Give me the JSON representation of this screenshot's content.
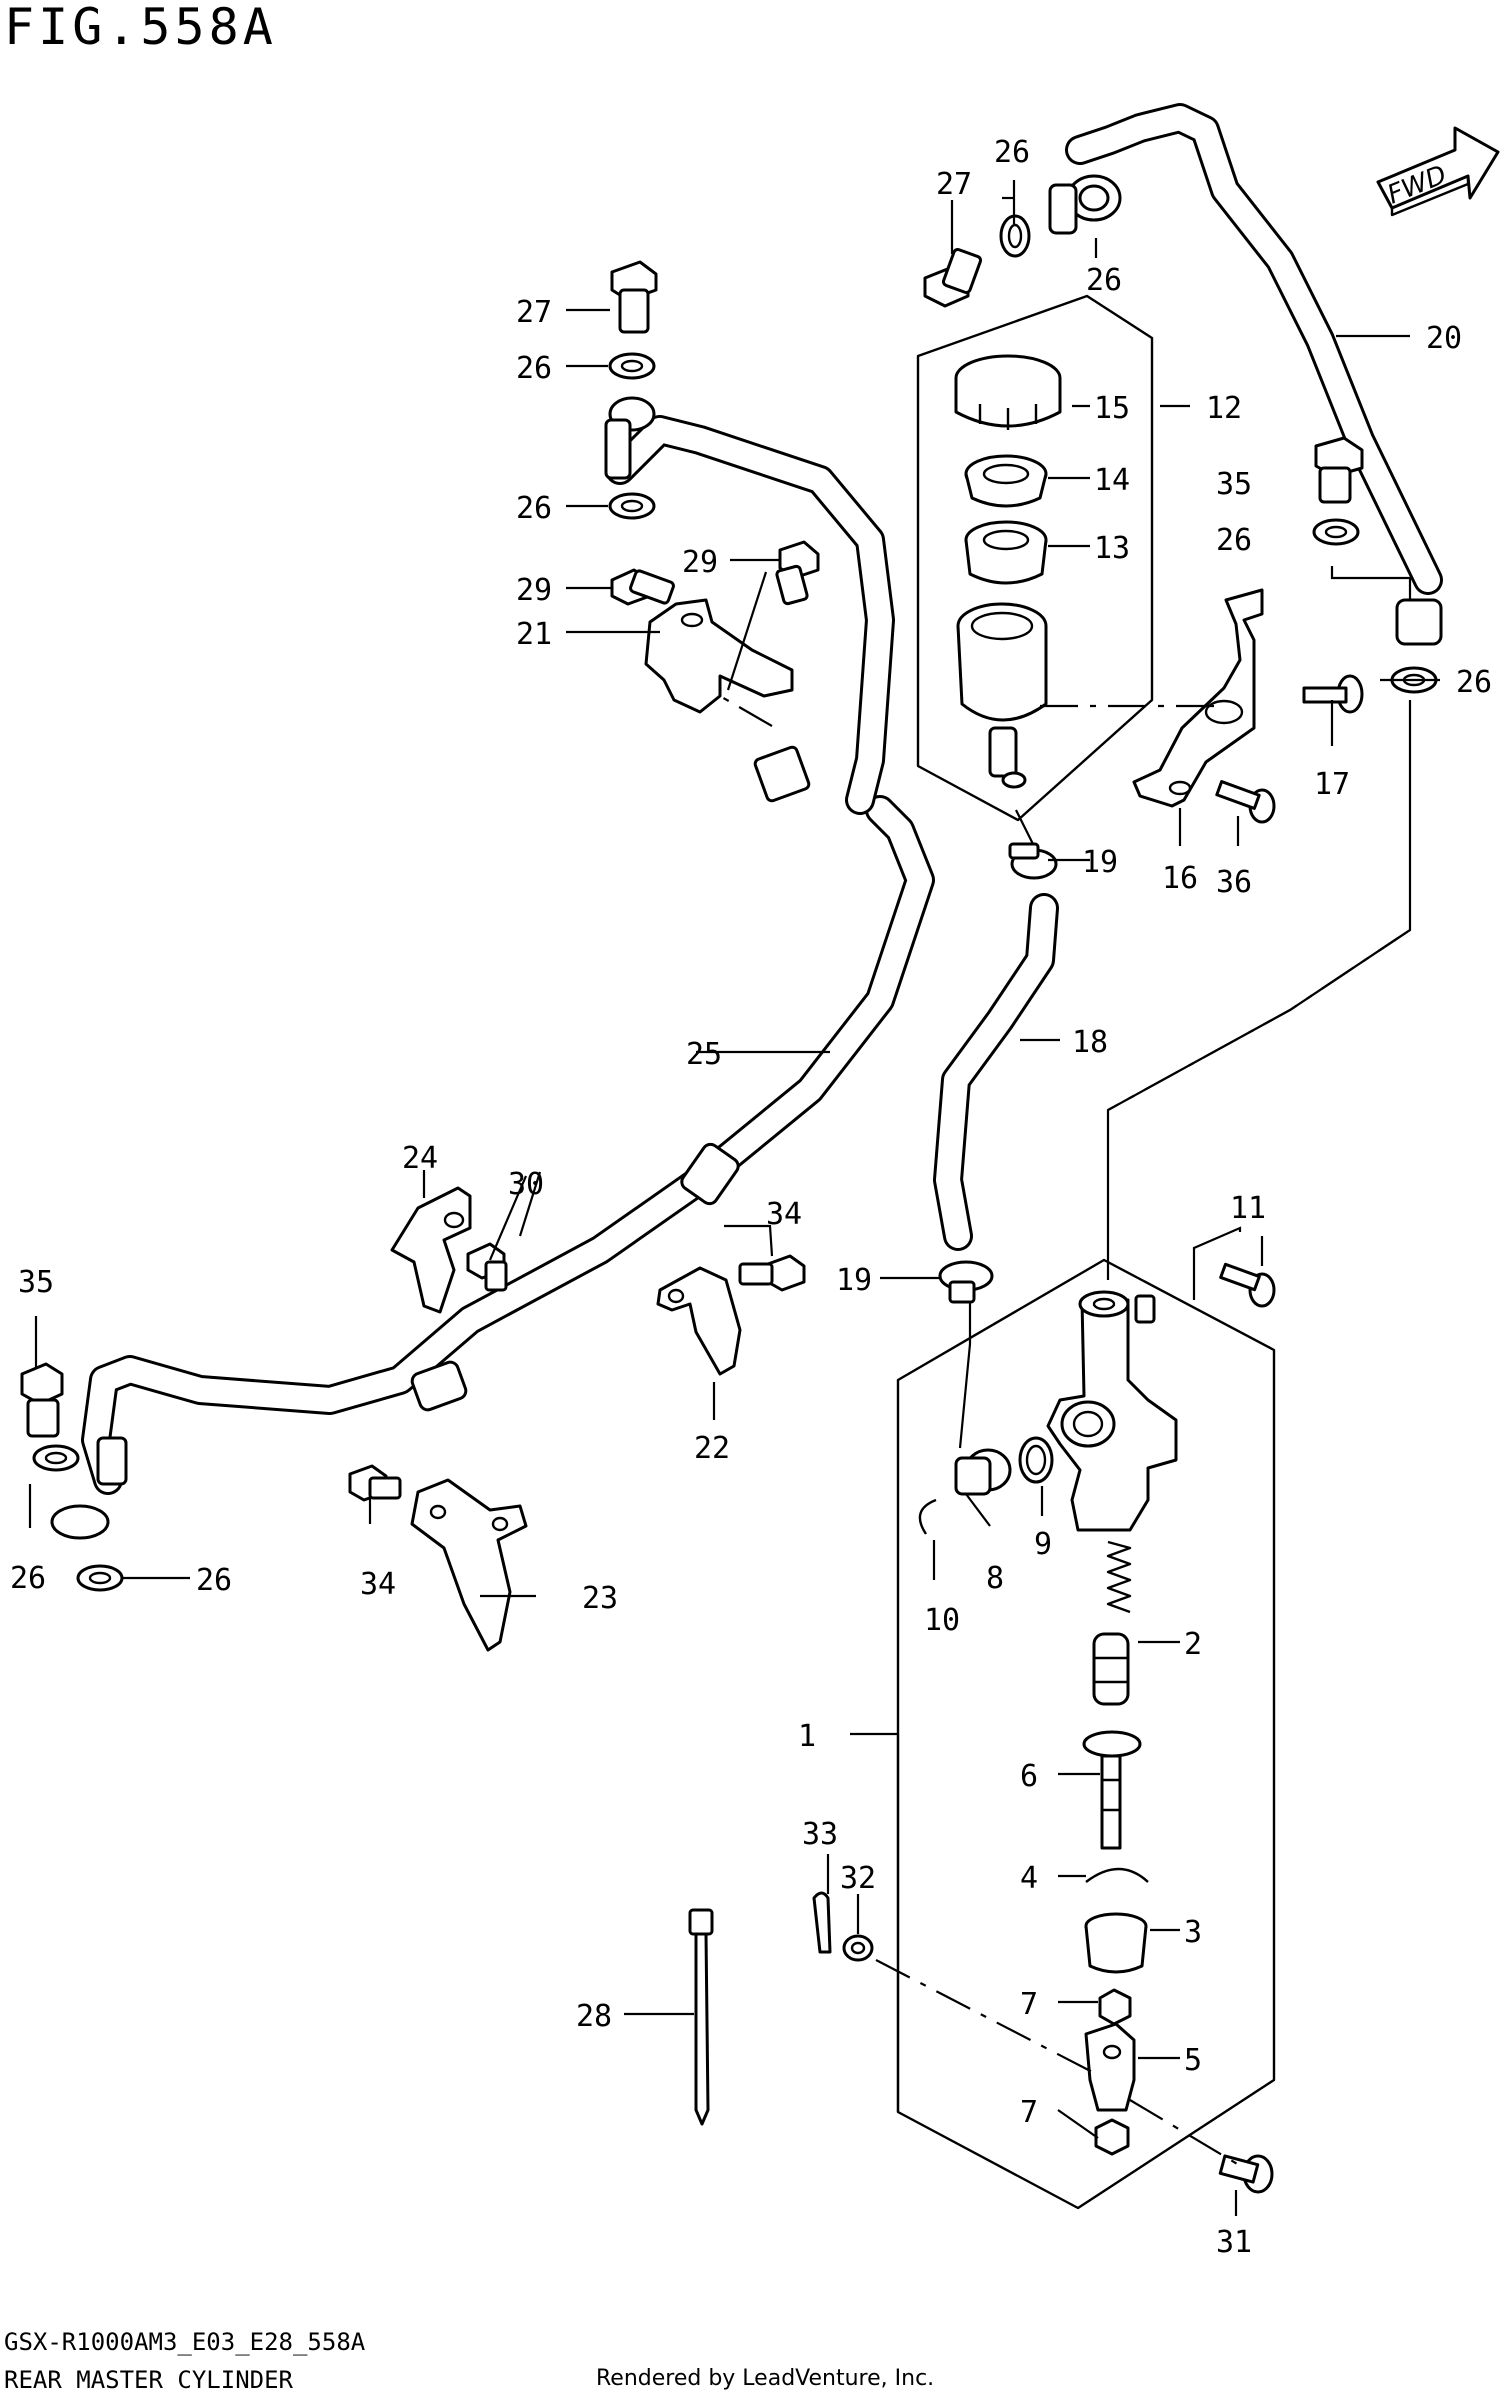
{
  "figure": {
    "title": "FIG.558A",
    "model_code": "GSX-R1000AM3_E03_E28_558A",
    "caption": "REAR MASTER CYLINDER",
    "rendered_by": "Rendered by LeadVenture, Inc.",
    "fwd_label": "FWD"
  },
  "callouts": [
    {
      "id": "c1",
      "text": "1"
    },
    {
      "id": "c2",
      "text": "2"
    },
    {
      "id": "c3",
      "text": "3"
    },
    {
      "id": "c4",
      "text": "4"
    },
    {
      "id": "c5",
      "text": "5"
    },
    {
      "id": "c6",
      "text": "6"
    },
    {
      "id": "c7a",
      "text": "7"
    },
    {
      "id": "c7b",
      "text": "7"
    },
    {
      "id": "c8",
      "text": "8"
    },
    {
      "id": "c9",
      "text": "9"
    },
    {
      "id": "c10",
      "text": "10"
    },
    {
      "id": "c11",
      "text": "11"
    },
    {
      "id": "c12",
      "text": "12"
    },
    {
      "id": "c13",
      "text": "13"
    },
    {
      "id": "c14",
      "text": "14"
    },
    {
      "id": "c15",
      "text": "15"
    },
    {
      "id": "c16",
      "text": "16"
    },
    {
      "id": "c17",
      "text": "17"
    },
    {
      "id": "c18",
      "text": "18"
    },
    {
      "id": "c19a",
      "text": "19"
    },
    {
      "id": "c19b",
      "text": "19"
    },
    {
      "id": "c20",
      "text": "20"
    },
    {
      "id": "c21",
      "text": "21"
    },
    {
      "id": "c22",
      "text": "22"
    },
    {
      "id": "c23",
      "text": "23"
    },
    {
      "id": "c24",
      "text": "24"
    },
    {
      "id": "c25",
      "text": "25"
    },
    {
      "id": "c26a",
      "text": "26"
    },
    {
      "id": "c26b",
      "text": "26"
    },
    {
      "id": "c26c",
      "text": "26"
    },
    {
      "id": "c26d",
      "text": "26"
    },
    {
      "id": "c26e",
      "text": "26"
    },
    {
      "id": "c26f",
      "text": "26"
    },
    {
      "id": "c26g",
      "text": "26"
    },
    {
      "id": "c26h",
      "text": "26"
    },
    {
      "id": "c27a",
      "text": "27"
    },
    {
      "id": "c27b",
      "text": "27"
    },
    {
      "id": "c28",
      "text": "28"
    },
    {
      "id": "c29a",
      "text": "29"
    },
    {
      "id": "c29b",
      "text": "29"
    },
    {
      "id": "c30",
      "text": "30"
    },
    {
      "id": "c31",
      "text": "31"
    },
    {
      "id": "c32",
      "text": "32"
    },
    {
      "id": "c33",
      "text": "33"
    },
    {
      "id": "c34a",
      "text": "34"
    },
    {
      "id": "c34b",
      "text": "34"
    },
    {
      "id": "c35a",
      "text": "35"
    },
    {
      "id": "c35b",
      "text": "35"
    },
    {
      "id": "c36",
      "text": "36"
    }
  ]
}
